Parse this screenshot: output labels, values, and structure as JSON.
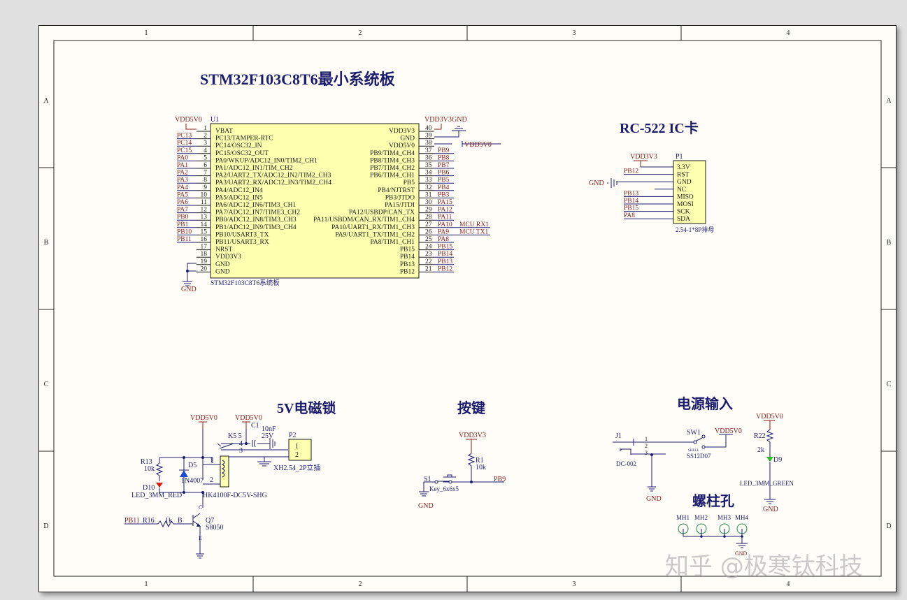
{
  "border": {
    "columns": [
      "1",
      "2",
      "3",
      "4"
    ],
    "rows": [
      "A",
      "B",
      "C",
      "D"
    ]
  },
  "titles": {
    "mcu": "STM32F103C8T6最小系统板",
    "rfid": "RC-522 IC卡",
    "lock": "5V电磁锁",
    "key": "按键",
    "power": "电源输入",
    "holes": "螺柱孔"
  },
  "mcu": {
    "designator": "U1",
    "comment": "STM32F103C8T6系统板",
    "top_left_net": "VDD5V0",
    "top_right_nets": [
      "VDD3V3",
      "GND"
    ],
    "pin38_net": "VDD5V0",
    "gnd_label": "GND",
    "left_pins": [
      {
        "num": "1",
        "name": "VBAT",
        "net": ""
      },
      {
        "num": "2",
        "name": "PC13/TAMPER-RTC",
        "net": "PC13"
      },
      {
        "num": "3",
        "name": "PC14/OSC32_IN",
        "net": "PC14"
      },
      {
        "num": "4",
        "name": "PC15/OSC32_OUT",
        "net": "PC15"
      },
      {
        "num": "5",
        "name": "PA0/WKUP/ADC12_IN0/TIM2_CH1",
        "net": "PA0"
      },
      {
        "num": "6",
        "name": "PA1/ADC12_IN1/TIM_CH2",
        "net": "PA1"
      },
      {
        "num": "7",
        "name": "PA2/UART2_TX/ADC12_IN2/TIM2_CH3",
        "net": "PA2"
      },
      {
        "num": "8",
        "name": "PA3/UART2_RX/ADC12_IN3/TIM2_CH4",
        "net": "PA3"
      },
      {
        "num": "9",
        "name": "PA4/ADC12_IN4",
        "net": "PA4"
      },
      {
        "num": "10",
        "name": "PA5/ADC12_IN5",
        "net": "PA5"
      },
      {
        "num": "11",
        "name": "PA6/ADC12_IN6/TIM3_CH1",
        "net": "PA6"
      },
      {
        "num": "12",
        "name": "PA7/ADC12_IN7/TIME3_CH2",
        "net": "PA7"
      },
      {
        "num": "13",
        "name": "PB0/ADC12_IN8/TIM3_CH3",
        "net": "PB0"
      },
      {
        "num": "14",
        "name": "PB1/ADC12_IN9/TIM3_CH4",
        "net": "PB1"
      },
      {
        "num": "15",
        "name": "PB10/USART3_TX",
        "net": "PB10"
      },
      {
        "num": "16",
        "name": "PB11/USART3_RX",
        "net": "PB11"
      },
      {
        "num": "17",
        "name": "NRST",
        "net": ""
      },
      {
        "num": "18",
        "name": "VDD3V3",
        "net": ""
      },
      {
        "num": "19",
        "name": "GND",
        "net": ""
      },
      {
        "num": "20",
        "name": "GND",
        "net": ""
      }
    ],
    "right_pins": [
      {
        "num": "40",
        "name": "VDD3V3",
        "net": "",
        "extra": ""
      },
      {
        "num": "39",
        "name": "GND",
        "net": "",
        "extra": ""
      },
      {
        "num": "38",
        "name": "VDD5V0",
        "net": "",
        "extra": ""
      },
      {
        "num": "37",
        "name": "PB9/TIM4_CH4",
        "net": "PB9",
        "extra": ""
      },
      {
        "num": "36",
        "name": "PB8/TIM4_CH3",
        "net": "PB8",
        "extra": ""
      },
      {
        "num": "35",
        "name": "PB7/TIM4_CH2",
        "net": "PB7",
        "extra": ""
      },
      {
        "num": "34",
        "name": "PB6/TIM4_CH1",
        "net": "PB6",
        "extra": ""
      },
      {
        "num": "33",
        "name": "PB5",
        "net": "PB5",
        "extra": ""
      },
      {
        "num": "32",
        "name": "PB4/NJTRST",
        "net": "PB4",
        "extra": ""
      },
      {
        "num": "31",
        "name": "PB3/JTDO",
        "net": "PB3",
        "extra": ""
      },
      {
        "num": "30",
        "name": "PA15/JTDI",
        "net": "PA15",
        "extra": ""
      },
      {
        "num": "29",
        "name": "PA12/USBDP/CAN_TX",
        "net": "PA12",
        "extra": ""
      },
      {
        "num": "28",
        "name": "PA11/USBDM/CAN_RX/TIM1_CH4",
        "net": "PA11",
        "extra": ""
      },
      {
        "num": "27",
        "name": "PA10/UART1_RX/TIM1_CH3",
        "net": "PA10",
        "extra": "MCU RX1"
      },
      {
        "num": "26",
        "name": "PA9/UART1_TX/TIM1_CH2",
        "net": "PA9",
        "extra": "MCU TX1"
      },
      {
        "num": "25",
        "name": "PA8/TIM1_CH1",
        "net": "PA8",
        "extra": ""
      },
      {
        "num": "24",
        "name": "PB15",
        "net": "PB15",
        "extra": ""
      },
      {
        "num": "23",
        "name": "PB14",
        "net": "PB14",
        "extra": ""
      },
      {
        "num": "22",
        "name": "PB13",
        "net": "PB13",
        "extra": ""
      },
      {
        "num": "21",
        "name": "PB12",
        "net": "PB12",
        "extra": ""
      }
    ]
  },
  "rfid": {
    "designator": "P1",
    "comment": "2.54-1*8P排母",
    "vdd_net": "VDD3V3",
    "gnd_net": "GND",
    "pins": [
      {
        "name": "3.3V",
        "net": ""
      },
      {
        "name": "RST",
        "net": "PB12"
      },
      {
        "name": "GND",
        "net": ""
      },
      {
        "name": "NC",
        "net": ""
      },
      {
        "name": "MISO",
        "net": "PB13"
      },
      {
        "name": "MOSI",
        "net": "PB14"
      },
      {
        "name": "SCK",
        "net": "PB15"
      },
      {
        "name": "SDA",
        "net": "PA8"
      }
    ]
  },
  "lock": {
    "vdd1": "VDD5V0",
    "vdd2": "VDD5V0",
    "c1": {
      "designator": "C1",
      "value": "10nF",
      "voltage": "25V"
    },
    "relay": {
      "designator": "K5",
      "part": "HK4100F-DC5V-SHG",
      "pins": [
        "1",
        "2",
        "3",
        "4",
        "5"
      ]
    },
    "p2": {
      "designator": "P2",
      "comment": "XH2.54_2P立插",
      "pins": [
        "1",
        "2"
      ]
    },
    "r13": {
      "designator": "R13",
      "value": "10k"
    },
    "d5": {
      "designator": "D5",
      "part": "1N4007"
    },
    "d10": {
      "designator": "D10",
      "part": "LED_3MM_RED"
    },
    "q7": {
      "designator": "Q7",
      "part": "S8050",
      "b": "B",
      "c": "C",
      "e": "E"
    },
    "r16": {
      "designator": "R16",
      "value": "1k"
    },
    "input_net": "PB11"
  },
  "key": {
    "vdd": "VDD3V3",
    "r1": {
      "designator": "R1",
      "value": "10k"
    },
    "s1": {
      "designator": "S1",
      "part": "Key_6x6x5"
    },
    "net": "PB9",
    "gnd": "GND"
  },
  "power": {
    "j1": {
      "designator": "J1",
      "part": "DC-002",
      "pins": [
        "1",
        "2",
        "3"
      ]
    },
    "sw1": {
      "designator": "SW1",
      "part": "SS12D07",
      "shell": "SHELL"
    },
    "vdd": "VDD5V0",
    "gnd": "GND",
    "r22": {
      "designator": "R22",
      "value": "2k"
    },
    "d9": {
      "designator": "D9",
      "part": "LED_3MM_GREEN"
    },
    "led_vdd": "VDD5V0",
    "led_gnd": "GND"
  },
  "holes": {
    "items": [
      "MH1",
      "MH2",
      "MH3",
      "MH4"
    ],
    "gnd": "GND"
  },
  "watermark": "知乎 @极寒钛科技"
}
